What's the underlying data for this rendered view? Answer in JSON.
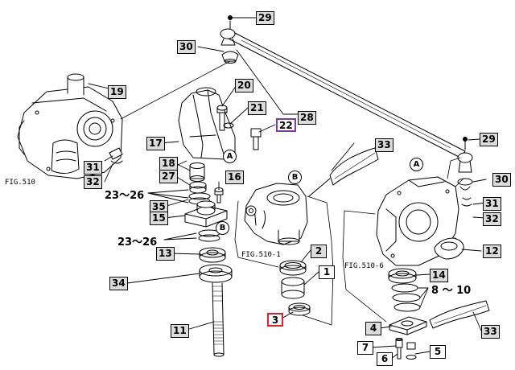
{
  "diagram": {
    "part_numbers": {
      "p1": "1",
      "p2": "2",
      "p3": "3",
      "p4": "4",
      "p5": "5",
      "p6": "6",
      "p7": "7",
      "p11": "11",
      "p12": "12",
      "p13": "13",
      "p14": "14",
      "p15": "15",
      "p16": "16",
      "p17": "17",
      "p18": "18",
      "p19": "19",
      "p20": "20",
      "p21": "21",
      "p22": "22",
      "p27": "27",
      "p28": "28",
      "p29a": "29",
      "p29b": "29",
      "p30a": "30",
      "p30b": "30",
      "p31a": "31",
      "p31b": "31",
      "p32a": "32",
      "p32b": "32",
      "p33a": "33",
      "p33b": "33",
      "p34": "34",
      "p35": "35"
    },
    "ranges": {
      "r23_26a": "23～26",
      "r23_26b": "23～26",
      "r8_10": "8 ～ 10"
    },
    "figure_refs": {
      "fig510": "FIG.510",
      "fig510_1": "FIG.510-1",
      "fig510_6": "FIG.510-6"
    },
    "markers": {
      "a_left": "A",
      "a_right": "A",
      "b_center": "B",
      "b_left": "B"
    },
    "selected_parts": [
      "3",
      "22"
    ],
    "colors": {
      "line": "#000000",
      "callout_fill": "#dcdcdc",
      "selected_red": "#e0202a",
      "selected_purple": "#7a3fa0"
    }
  }
}
